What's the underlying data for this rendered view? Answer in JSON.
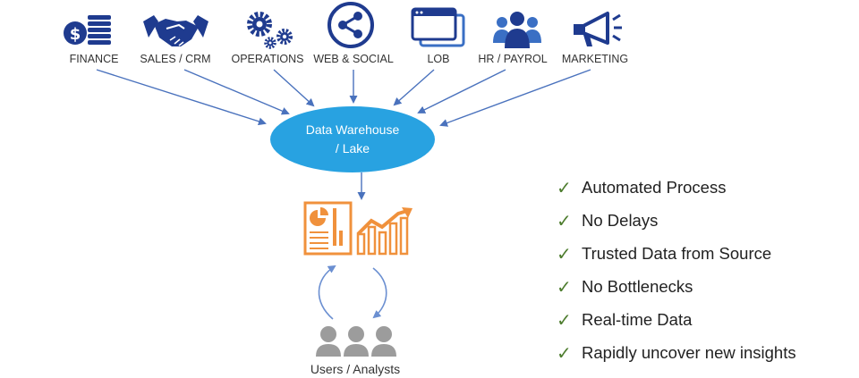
{
  "colors": {
    "navy": "#1f3b8f",
    "brand_blue": "#3a6fc4",
    "hub_fill": "#28a2e1",
    "arrow": "#4a72bd",
    "orange": "#f0913c",
    "gray": "#9c9c9c",
    "check": "#4e7d2f"
  },
  "sources": [
    {
      "label": "FINANCE",
      "icon": "finance-icon"
    },
    {
      "label": "SALES / CRM",
      "icon": "handshake-icon"
    },
    {
      "label": "OPERATIONS",
      "icon": "gears-icon"
    },
    {
      "label": "WEB & SOCIAL",
      "icon": "share-icon"
    },
    {
      "label": "LOB",
      "icon": "windows-icon"
    },
    {
      "label": "HR / PAYROL",
      "icon": "people-icon"
    },
    {
      "label": "MARKETING",
      "icon": "megaphone-icon"
    }
  ],
  "hub": {
    "line1": "Data Warehouse",
    "line2": "/ Lake"
  },
  "output": {
    "icons": [
      "report-icon",
      "trend-chart-icon"
    ]
  },
  "users": {
    "label": "Users / Analysts",
    "icon": "users-icon"
  },
  "benefits": [
    "Automated Process",
    "No Delays",
    "Trusted Data from Source",
    "No Bottlenecks",
    "Real-time Data",
    "Rapidly uncover new insights"
  ]
}
